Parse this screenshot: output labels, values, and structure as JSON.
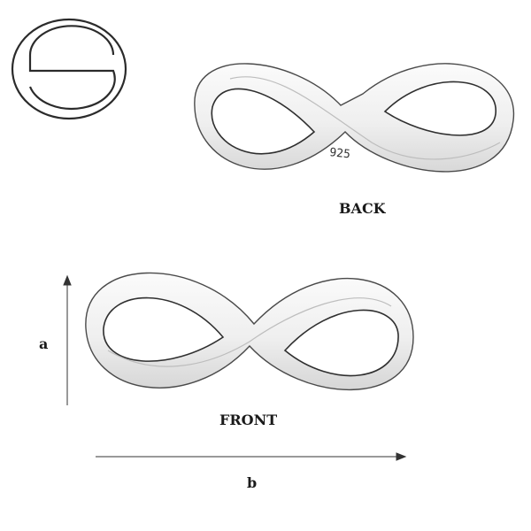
{
  "views": {
    "back": {
      "label": "BACK",
      "stamp": "925"
    },
    "front": {
      "label": "FRONT"
    }
  },
  "dimensions": {
    "height_label": "a",
    "width_label": "b"
  },
  "colors": {
    "silver_light": "#f4f4f4",
    "silver_mid": "#d9d9d9",
    "outline": "#3a3a3a",
    "logo": "#2b2b2b",
    "text": "#1a1a1a"
  },
  "icons": {
    "logo": "brand-logo-icon",
    "arrow_up": "arrow-up-icon",
    "arrow_right": "arrow-right-icon"
  }
}
